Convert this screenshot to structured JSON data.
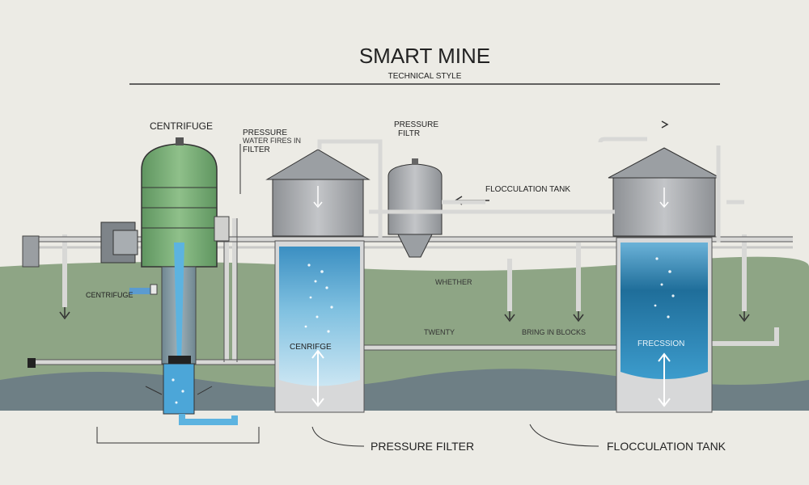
{
  "header": {
    "title": "SMART MINE",
    "subtitle": "TECHNICAL STYLE"
  },
  "labels": {
    "centrifuge_top": "CENTRIFUGE",
    "pressure_filter_garbled_1": "PRESSURE",
    "pressure_filter_garbled_2": "WATER FIRES IN",
    "pressure_filter_garbled_3": "FILTER",
    "pressure_filter_top_1": "PRESSURE",
    "pressure_filter_top_2": "FILTR",
    "flocculation_tank_top": "FLOCCULATION TANK",
    "centrifuge_side": "CENTRIFUGE",
    "centrifuge_tank": "CENRIFGE",
    "flocculation_tank_inner": "FRECSSION",
    "small_label_1": "WHETHER",
    "small_label_2": "TWENTY",
    "small_label_3": "BRING IN BLOCKS",
    "bottom_pressure_filter": "PRESSURE FILTER",
    "bottom_flocculation_tank": "FLOCCULATION TANK"
  },
  "colors": {
    "background": "#ecebe5",
    "ground": "#8ea585",
    "ground_dark": "#6e7f85",
    "water_light": "#b8dcef",
    "water_dark": "#1f6e9a",
    "centrifuge_green": "#7fae7a",
    "steel": "#a8aaad",
    "pipe": "#e4e4e2"
  }
}
